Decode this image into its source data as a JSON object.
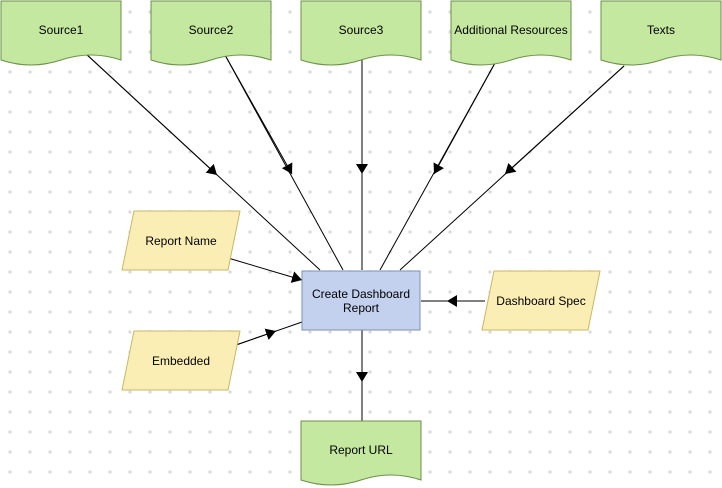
{
  "colors": {
    "document_fill": "#c5e8a0",
    "document_stroke": "#6b8f4a",
    "data_fill": "#fbeeb4",
    "data_stroke": "#c8b66a",
    "process_fill": "#c3d1ee",
    "process_stroke": "#7b8fb3",
    "edge": "#000000",
    "grid": "#d0d0d0"
  },
  "nodes": {
    "source1": {
      "label": "Source1",
      "shape": "document"
    },
    "source2": {
      "label": "Source2",
      "shape": "document"
    },
    "source3": {
      "label": "Source3",
      "shape": "document"
    },
    "additional_resources": {
      "label": "Additional Resources",
      "shape": "document"
    },
    "texts": {
      "label": "Texts",
      "shape": "document"
    },
    "report_name": {
      "label": "Report Name",
      "shape": "data"
    },
    "embedded": {
      "label": "Embedded",
      "shape": "data"
    },
    "create_dashboard_report": {
      "label_line1": "Create Dashboard",
      "label_line2": "Report",
      "shape": "process"
    },
    "dashboard_spec": {
      "label": "Dashboard Spec",
      "shape": "data"
    },
    "report_url": {
      "label": "Report URL",
      "shape": "document"
    }
  },
  "edges": [
    {
      "from": "source1",
      "to": "create_dashboard_report"
    },
    {
      "from": "source2",
      "to": "create_dashboard_report"
    },
    {
      "from": "source3",
      "to": "create_dashboard_report"
    },
    {
      "from": "additional_resources",
      "to": "create_dashboard_report"
    },
    {
      "from": "texts",
      "to": "create_dashboard_report"
    },
    {
      "from": "report_name",
      "to": "create_dashboard_report"
    },
    {
      "from": "embedded",
      "to": "create_dashboard_report"
    },
    {
      "from": "dashboard_spec",
      "to": "create_dashboard_report"
    },
    {
      "from": "create_dashboard_report",
      "to": "report_url"
    }
  ]
}
